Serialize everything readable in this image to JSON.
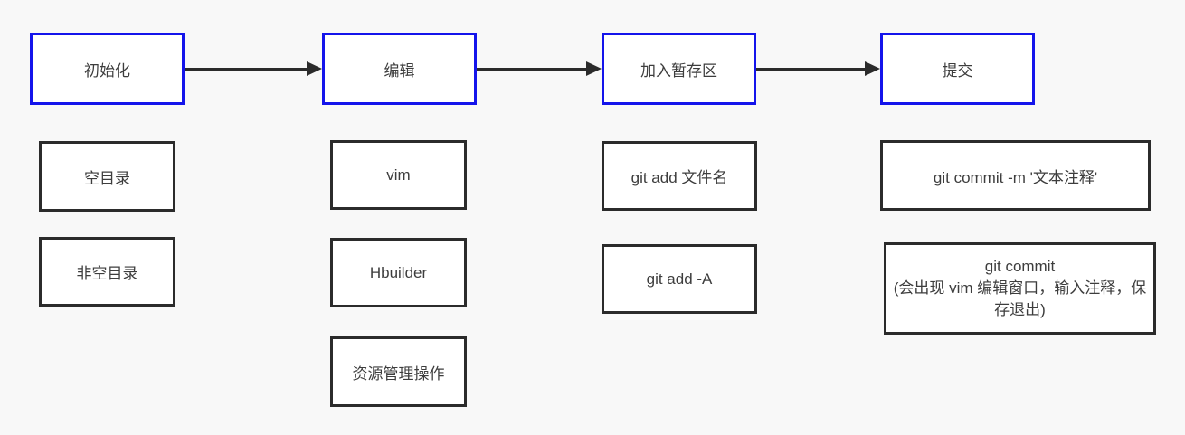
{
  "diagram_title": "git-workflow-flowchart",
  "colors": {
    "background": "#f8f8f8",
    "stage_border_blue": "#1414eb",
    "detail_border_black": "#2b2b2b",
    "arrow_black": "#2b2b2b",
    "text_gray": "#3d3d3d"
  },
  "stages": [
    {
      "label": "初始化"
    },
    {
      "label": "编辑"
    },
    {
      "label": "加入暂存区"
    },
    {
      "label": "提交"
    }
  ],
  "columns": [
    {
      "items": [
        "空目录",
        "非空目录"
      ]
    },
    {
      "items": [
        "vim",
        "Hbuilder",
        "资源管理操作"
      ]
    },
    {
      "items": [
        "git add 文件名",
        "git add -A"
      ]
    },
    {
      "items": [
        "git commit -m '文本注释'"
      ]
    }
  ],
  "commit_note_box": {
    "title": "git commit",
    "note": "(会出现 vim 编辑窗口，输入注释，保存退出)"
  }
}
